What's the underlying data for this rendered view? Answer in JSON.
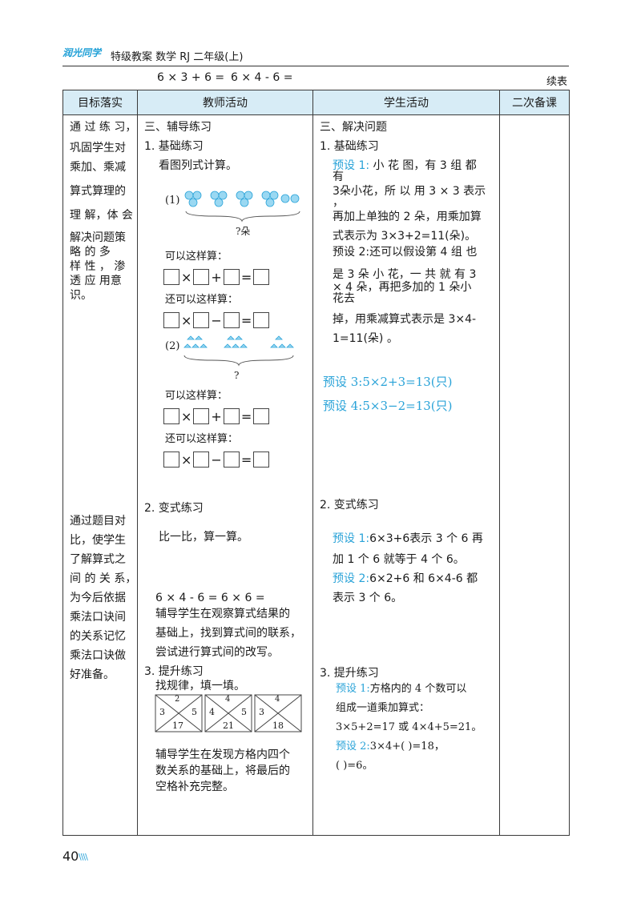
{
  "header": {
    "logo": "润光同学",
    "title": "特级教案  数学  RJ 二年级(上)",
    "eq_left": "6 × 3 + 6 =",
    "eq_right": "6 × 4 - 6 =",
    "continued": "续表"
  },
  "table": {
    "headers": [
      "目标落实",
      "教师活动",
      "学生活动",
      "二次备课"
    ],
    "goals": {
      "g1": [
        "通 过 练 习，",
        "巩固学生对",
        "乘加、乘减",
        "算式算理的",
        "理 解，体 会",
        "解决问题策",
        "略  的  多",
        "样  性 ， 渗",
        "透 应 用意",
        "识。"
      ],
      "g2": [
        "通过题目对",
        "比，使学生",
        "了解算式之",
        "间 的 关 系，",
        "为今后依据",
        "乘法口诀间",
        "的关系记忆",
        "乘法口诀做",
        "好准备。"
      ]
    },
    "teacher": {
      "section": "三、辅导练习",
      "basic": "1. 基础练习",
      "basic_inst": "看图列式计算。",
      "fig1_label": "(1)",
      "fig1_q": "?朵",
      "fig_text_a": "可以这样算：",
      "fig_text_b": "还可以这样算：",
      "fig2_label": "(2)",
      "fig2_q": "?",
      "ops": {
        "times": "×",
        "plus": "+",
        "minus": "−",
        "eq": "="
      },
      "variant": "2. 变式练习",
      "variant_inst": "比一比，算一算。",
      "variant_eqs": "6 × 4 - 6 =      6 × 6 =",
      "variant_guide": [
        "辅导学生在观察算式结果的",
        "基础上，找到算式间的联系，",
        "尝试进行算式间的改写。"
      ],
      "advance": "3. 提升练习",
      "advance_inst": "找规律，填一填。",
      "boxes": [
        {
          "top": "2",
          "left": "3",
          "right": "5",
          "bottom": "17"
        },
        {
          "top": "4",
          "left": "4",
          "right": "5",
          "bottom": "21"
        },
        {
          "top": "4",
          "left": "3",
          "right": "",
          "bottom": "18"
        }
      ],
      "advance_guide": [
        "辅导学生在发现方格内四个",
        "数关系的基础上，将最后的",
        "空格补充完整。"
      ]
    },
    "student": {
      "section": "三、解决问题",
      "basic": "1. 基础练习",
      "p1a": "预设 1:",
      "p1b": "小 花 图，有 3 组 都",
      "p1c": "有",
      "p1d": "3朵小花，所 以 用  3 × 3 表示",
      "p1e": "，",
      "p1f": "再加上单独的 2 朵，用乘加算",
      "p1g": "式表示为 3×3+2=11(朵)。",
      "p2a": "预设 2:还可以假设第 4 组 也",
      "p2b": "是  3 朵 小 花，一 共 就 有  3",
      "p2c": "× 4 朵，再把多加的  1 朵小",
      "p2d": "花去",
      "p2e": "掉，用乘减算式表示是  3×4-",
      "p2f": "1=11(朵) 。",
      "p3": "预设 3:5×2+3=13(只)",
      "p4": "预设 4:5×3−2=13(只)",
      "variant": "2. 变式练习",
      "v1a": "预设 1:",
      "v1b": "6×3+6表示  3 个  6 再",
      "v1c": "加 1 个 6 就等于 4 个 6。",
      "v2a": "预设  2:",
      "v2b": "6×2+6 和  6×4-6 都",
      "v2c": "表示 3 个 6。",
      "advance": "3. 提升练习",
      "a1a": "预设 1:",
      "a1b": "方格内的 4 个数可以",
      "a1c": "组成一道乘加算式：",
      "a1d": "3×5+2=17 或 4×4+5=21。",
      "a2a": "预设 2:",
      "a2b": "3×4+(        )=18，",
      "a2c": "(        )=6。"
    }
  },
  "footer": {
    "page": "40",
    "marks": "\\\\\\\\"
  },
  "colors": {
    "accent": "#2aa3d8",
    "header_bg": "#d7ecf6"
  }
}
